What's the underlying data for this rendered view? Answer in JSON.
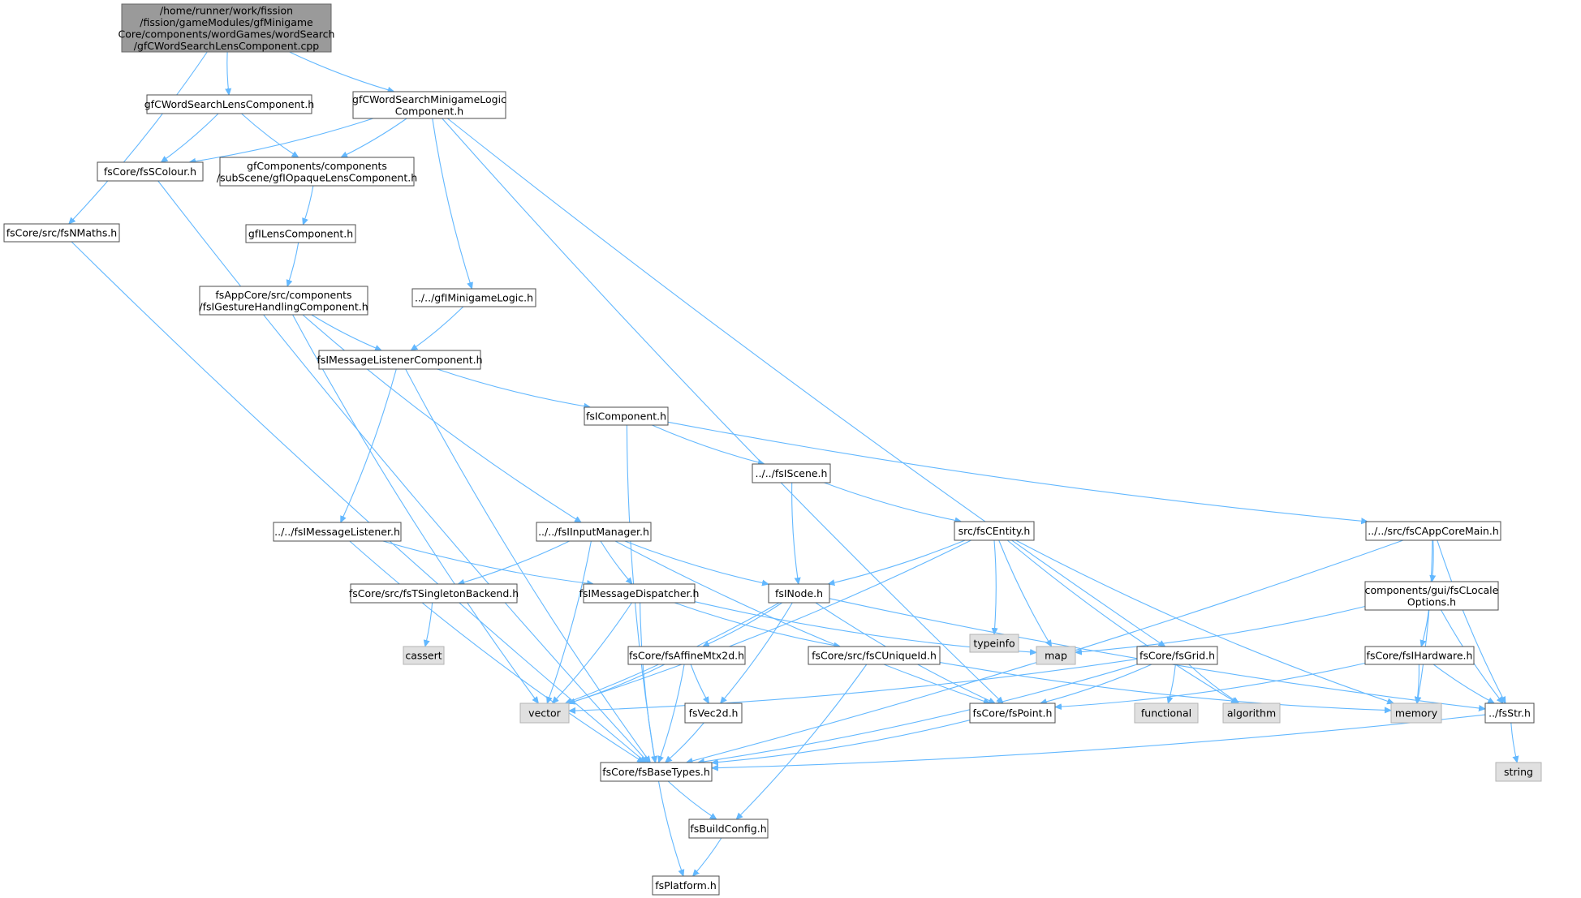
{
  "colors": {
    "edge": "#63b8ff",
    "root_fill": "#9a9a9a",
    "node_border": "#4d4d4d",
    "system_header_fill": "#e0e0e0"
  },
  "nodes": [
    {
      "id": "root",
      "kind": "root",
      "lines": [
        "/home/runner/work/fission",
        "/fission/gameModules/gfMinigame",
        "Core/components/wordGames/wordSearch",
        "/gfCWordSearchLensComponent.cpp"
      ]
    },
    {
      "id": "lensh",
      "lines": [
        "gfCWordSearchLensComponent.h"
      ]
    },
    {
      "id": "mglogic",
      "lines": [
        "gfCWordSearchMinigameLogic",
        "Component.h"
      ]
    },
    {
      "id": "nmaths",
      "lines": [
        "fsCore/src/fsNMaths.h"
      ]
    },
    {
      "id": "scolour",
      "lines": [
        "fsCore/fsSColour.h"
      ]
    },
    {
      "id": "opaque",
      "lines": [
        "gfComponents/components",
        "/subScene/gfIOpaqueLensComponent.h"
      ]
    },
    {
      "id": "gflens",
      "lines": [
        "gfILensComponent.h"
      ]
    },
    {
      "id": "gesture",
      "lines": [
        "fsAppCore/src/components",
        "/fsIGestureHandlingComponent.h"
      ]
    },
    {
      "id": "gfimg",
      "lines": [
        "../../gfIMinigameLogic.h"
      ]
    },
    {
      "id": "msglc",
      "lines": [
        "fsIMessageListenerComponent.h"
      ]
    },
    {
      "id": "icomp",
      "lines": [
        "fsIComponent.h"
      ]
    },
    {
      "id": "iscene",
      "lines": [
        "../../fsIScene.h"
      ]
    },
    {
      "id": "msgl",
      "lines": [
        "../../fsIMessageListener.h"
      ]
    },
    {
      "id": "input",
      "lines": [
        "../../fsIInputManager.h"
      ]
    },
    {
      "id": "centity",
      "lines": [
        "src/fsCEntity.h"
      ]
    },
    {
      "id": "appcore",
      "lines": [
        "../../src/fsCAppCoreMain.h"
      ]
    },
    {
      "id": "tsingle",
      "lines": [
        "fsCore/src/fsTSingletonBackend.h"
      ]
    },
    {
      "id": "msgd",
      "lines": [
        "fsIMessageDispatcher.h"
      ]
    },
    {
      "id": "inode",
      "lines": [
        "fsINode.h"
      ]
    },
    {
      "id": "typeinfo",
      "kind": "sys",
      "lines": [
        "typeinfo"
      ]
    },
    {
      "id": "locale",
      "lines": [
        "components/gui/fsCLocale",
        "Options.h"
      ]
    },
    {
      "id": "cassert",
      "kind": "sys",
      "lines": [
        "cassert"
      ]
    },
    {
      "id": "map",
      "kind": "sys",
      "lines": [
        "map"
      ]
    },
    {
      "id": "affine",
      "lines": [
        "fsCore/fsAffineMtx2d.h"
      ]
    },
    {
      "id": "uniqueid",
      "lines": [
        "fsCore/src/fsCUniqueId.h"
      ]
    },
    {
      "id": "grid",
      "lines": [
        "fsCore/fsGrid.h"
      ]
    },
    {
      "id": "hardware",
      "lines": [
        "fsCore/fsIHardware.h"
      ]
    },
    {
      "id": "vector",
      "kind": "sys",
      "lines": [
        "vector"
      ]
    },
    {
      "id": "vec2d",
      "lines": [
        "fsVec2d.h"
      ]
    },
    {
      "id": "point",
      "lines": [
        "fsCore/fsPoint.h"
      ]
    },
    {
      "id": "functional",
      "kind": "sys",
      "lines": [
        "functional"
      ]
    },
    {
      "id": "algorithm",
      "kind": "sys",
      "lines": [
        "algorithm"
      ]
    },
    {
      "id": "memory",
      "kind": "sys",
      "lines": [
        "memory"
      ]
    },
    {
      "id": "fsstr",
      "lines": [
        "../fsStr.h"
      ]
    },
    {
      "id": "basetypes",
      "lines": [
        "fsCore/fsBaseTypes.h"
      ]
    },
    {
      "id": "string",
      "kind": "sys",
      "lines": [
        "string"
      ]
    },
    {
      "id": "buildcfg",
      "lines": [
        "fsBuildConfig.h"
      ]
    },
    {
      "id": "platform",
      "lines": [
        "fsPlatform.h"
      ]
    }
  ],
  "edges": [
    [
      "root",
      "lensh"
    ],
    [
      "root",
      "mglogic"
    ],
    [
      "root",
      "nmaths"
    ],
    [
      "lensh",
      "scolour"
    ],
    [
      "lensh",
      "opaque"
    ],
    [
      "mglogic",
      "scolour"
    ],
    [
      "mglogic",
      "opaque"
    ],
    [
      "mglogic",
      "gfimg"
    ],
    [
      "mglogic",
      "point"
    ],
    [
      "mglogic",
      "grid"
    ],
    [
      "nmaths",
      "basetypes"
    ],
    [
      "scolour",
      "basetypes"
    ],
    [
      "opaque",
      "gflens"
    ],
    [
      "gflens",
      "gesture"
    ],
    [
      "gesture",
      "msglc"
    ],
    [
      "gesture",
      "input"
    ],
    [
      "gesture",
      "vector"
    ],
    [
      "gfimg",
      "msglc"
    ],
    [
      "msglc",
      "icomp"
    ],
    [
      "msglc",
      "msgl"
    ],
    [
      "msglc",
      "basetypes"
    ],
    [
      "icomp",
      "iscene"
    ],
    [
      "icomp",
      "appcore"
    ],
    [
      "icomp",
      "basetypes"
    ],
    [
      "iscene",
      "centity"
    ],
    [
      "iscene",
      "inode"
    ],
    [
      "msgl",
      "msgd"
    ],
    [
      "msgl",
      "basetypes"
    ],
    [
      "input",
      "tsingle"
    ],
    [
      "input",
      "msgd"
    ],
    [
      "input",
      "inode"
    ],
    [
      "input",
      "point"
    ],
    [
      "input",
      "vector"
    ],
    [
      "centity",
      "inode"
    ],
    [
      "centity",
      "typeinfo"
    ],
    [
      "centity",
      "map"
    ],
    [
      "centity",
      "vector"
    ],
    [
      "centity",
      "algorithm"
    ],
    [
      "centity",
      "memory"
    ],
    [
      "appcore",
      "locale"
    ],
    [
      "appcore",
      "fsstr"
    ],
    [
      "appcore",
      "memory"
    ],
    [
      "appcore",
      "basetypes"
    ],
    [
      "tsingle",
      "cassert"
    ],
    [
      "msgd",
      "map"
    ],
    [
      "msgd",
      "uniqueid"
    ],
    [
      "msgd",
      "vector"
    ],
    [
      "msgd",
      "basetypes"
    ],
    [
      "inode",
      "affine"
    ],
    [
      "inode",
      "vec2d"
    ],
    [
      "inode",
      "point"
    ],
    [
      "inode",
      "fsstr"
    ],
    [
      "inode",
      "vector"
    ],
    [
      "locale",
      "map"
    ],
    [
      "locale",
      "hardware"
    ],
    [
      "locale",
      "fsstr"
    ],
    [
      "affine",
      "vec2d"
    ],
    [
      "affine",
      "vector"
    ],
    [
      "affine",
      "basetypes"
    ],
    [
      "uniqueid",
      "buildcfg"
    ],
    [
      "uniqueid",
      "memory"
    ],
    [
      "grid",
      "point"
    ],
    [
      "grid",
      "vector"
    ],
    [
      "grid",
      "functional"
    ],
    [
      "grid",
      "algorithm"
    ],
    [
      "grid",
      "basetypes"
    ],
    [
      "hardware",
      "point"
    ],
    [
      "hardware",
      "memory"
    ],
    [
      "hardware",
      "fsstr"
    ],
    [
      "vec2d",
      "basetypes"
    ],
    [
      "point",
      "basetypes"
    ],
    [
      "fsstr",
      "string"
    ],
    [
      "fsstr",
      "basetypes"
    ],
    [
      "basetypes",
      "buildcfg"
    ],
    [
      "basetypes",
      "platform"
    ],
    [
      "buildcfg",
      "platform"
    ]
  ]
}
